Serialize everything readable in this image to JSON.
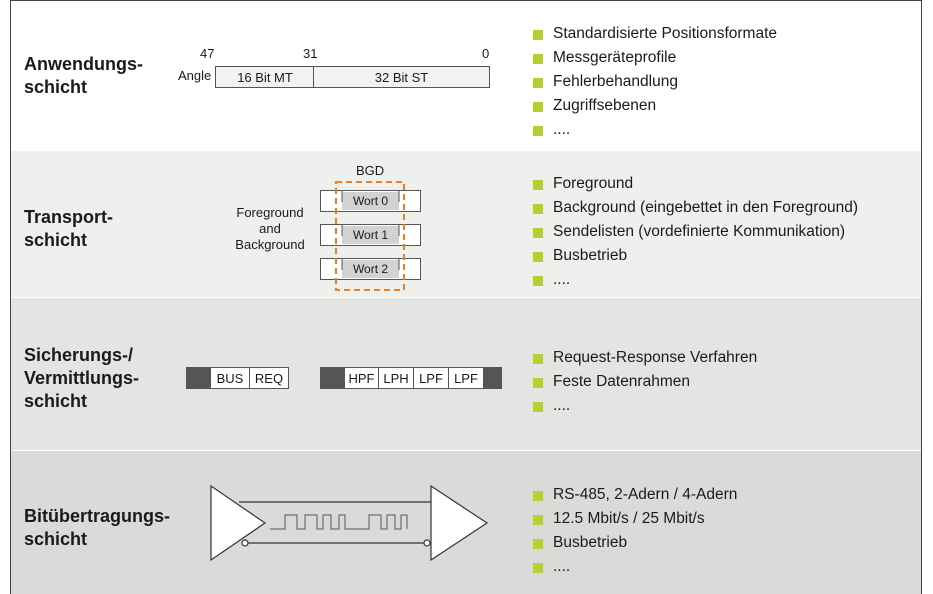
{
  "colors": {
    "accent": "#b9cf2d",
    "dashed": "#f07d1e",
    "row1": "#ffffff",
    "row2": "#eef0ee",
    "row3": "#e3e5e3",
    "row4": "#d9dbd9"
  },
  "layers": [
    {
      "title_lines": [
        "Anwendungs-",
        "schicht"
      ],
      "bullets": [
        "Standardisierte Positionsformate",
        "Messgeräteprofile",
        "Fehlerbehandlung",
        "Zugriffsebenen",
        "...."
      ]
    },
    {
      "title_lines": [
        "Transport-",
        "schicht"
      ],
      "bullets": [
        "Foreground",
        "Background (eingebettet in den Foreground)",
        "Sendelisten (vordefinierte Kommunikation)",
        "Busbetrieb",
        "...."
      ]
    },
    {
      "title_lines": [
        "Sicherungs-/",
        "Vermittlungs-",
        "schicht"
      ],
      "bullets": [
        "Request-Response Verfahren",
        "Feste Datenrahmen",
        "...."
      ]
    },
    {
      "title_lines": [
        "Bitübertragungs-",
        "schicht"
      ],
      "bullets": [
        "RS-485, 2-Adern / 4-Adern",
        "12.5 Mbit/s / 25 Mbit/s",
        "Busbetrieb",
        "...."
      ]
    }
  ],
  "angle_diagram": {
    "label": "Angle",
    "bit_high": "47",
    "bit_mid": "31",
    "bit_low": "0",
    "field_mt": "16 Bit MT",
    "field_st": "32 Bit ST"
  },
  "transport_diagram": {
    "bgd_label": "BGD",
    "side_label_lines": [
      "Foreground",
      "and",
      "Background"
    ],
    "words": [
      "Wort 0",
      "Wort 1",
      "Wort 2"
    ]
  },
  "frame_diagram": {
    "group1": [
      "BUS",
      "REQ"
    ],
    "group2": [
      "HPF",
      "LPH",
      "LPF",
      "LPF"
    ]
  }
}
